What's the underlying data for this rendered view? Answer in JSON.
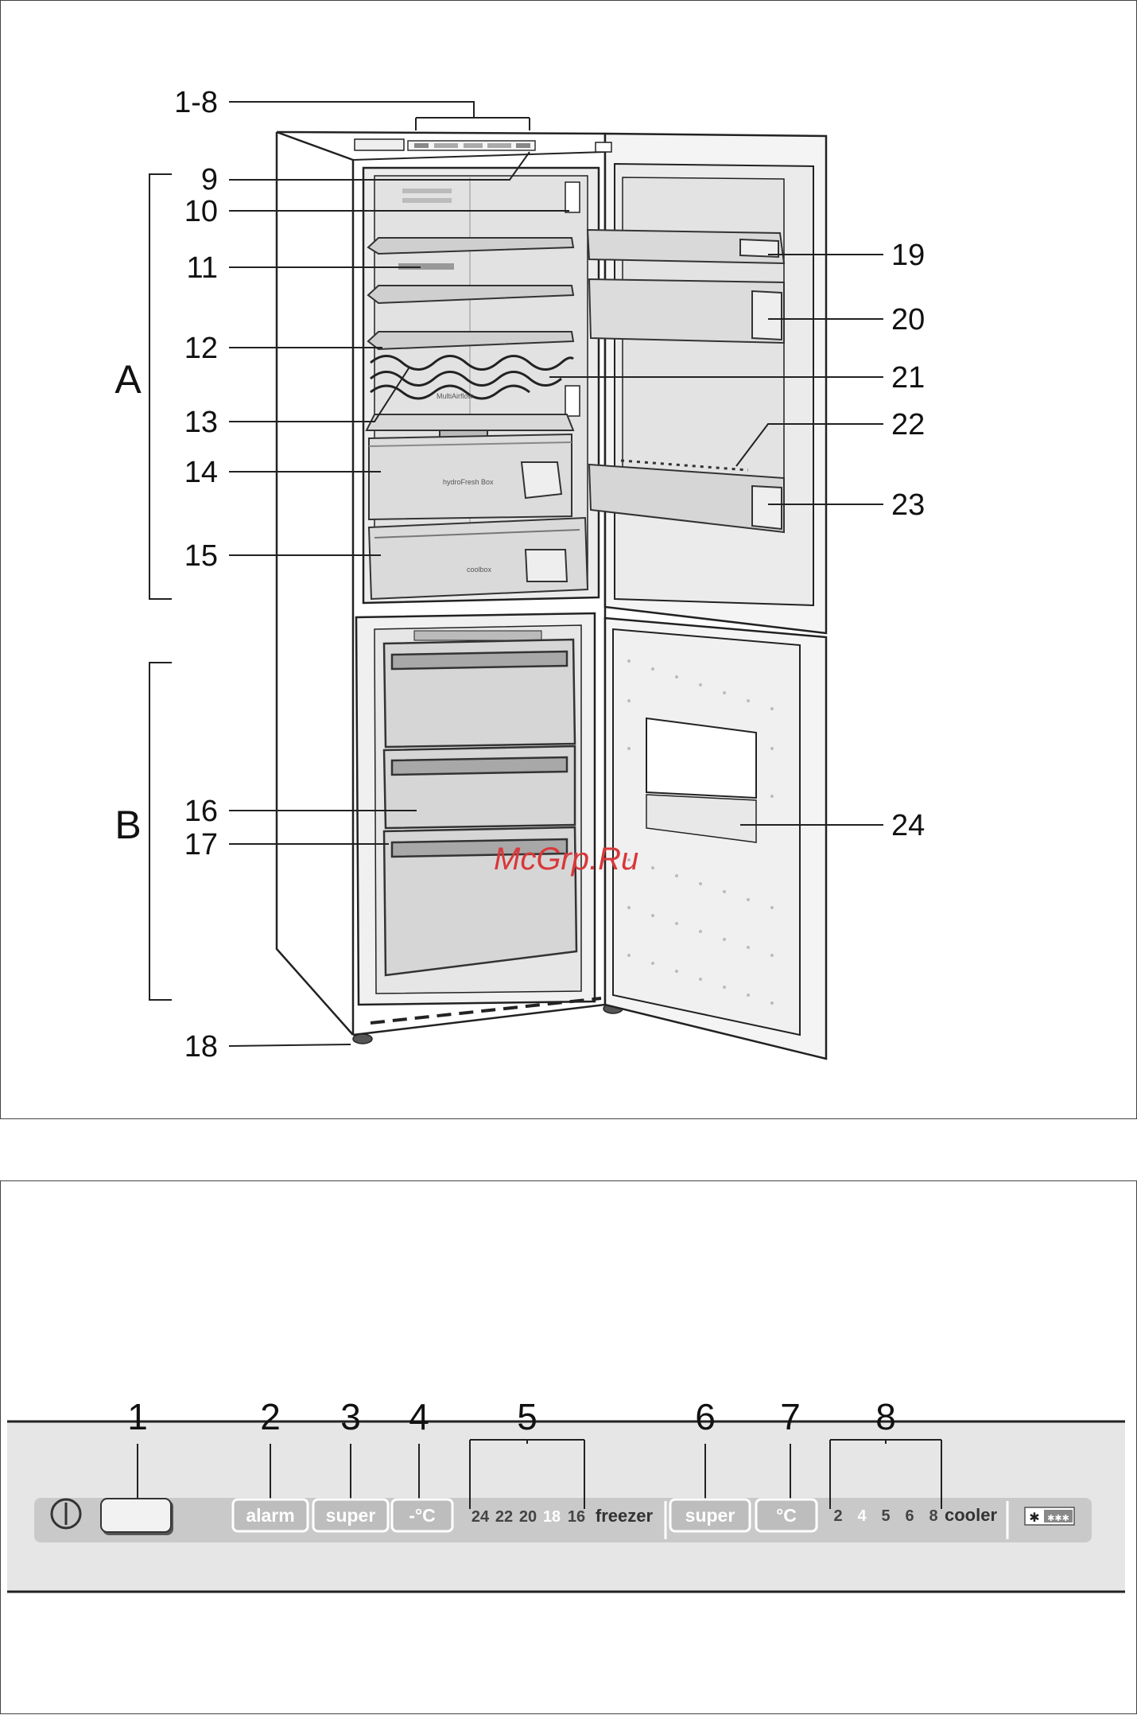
{
  "fridge_diagram": {
    "callouts_left": [
      "1-8",
      "9",
      "10",
      "11",
      "12",
      "13",
      "14",
      "15",
      "16",
      "17",
      "18"
    ],
    "callouts_right": [
      "19",
      "20",
      "21",
      "22",
      "23",
      "24"
    ],
    "sections": [
      "A",
      "B"
    ],
    "drawer_labels": {
      "crisper": "hydroFresh Box",
      "chill": "coolbox",
      "shelf_brand": "MultiAirflow"
    },
    "watermark": "McGrp.Ru"
  },
  "control_panel": {
    "callouts": [
      "1",
      "2",
      "3",
      "4",
      "5",
      "6",
      "7",
      "8"
    ],
    "power_icon": "power-icon",
    "buttons": {
      "alarm": "alarm",
      "freezer_super": "super",
      "freezer_temp": "-°C",
      "cooler_super": "super",
      "cooler_temp": "°C"
    },
    "freezer_scale": [
      "24",
      "22",
      "20",
      "18",
      "16"
    ],
    "freezer_scale_lit": "18",
    "freezer_label": "freezer",
    "cooler_scale": [
      "2",
      "4",
      "5",
      "6",
      "8"
    ],
    "cooler_scale_lit": "4",
    "cooler_label": "cooler",
    "star_rating_icon": "snowflake-four-star-icon"
  },
  "colors": {
    "panel_band": "#e6e6e6",
    "panel_strip": "#c9c9c9",
    "button_bg": "#bdbdbd"
  }
}
